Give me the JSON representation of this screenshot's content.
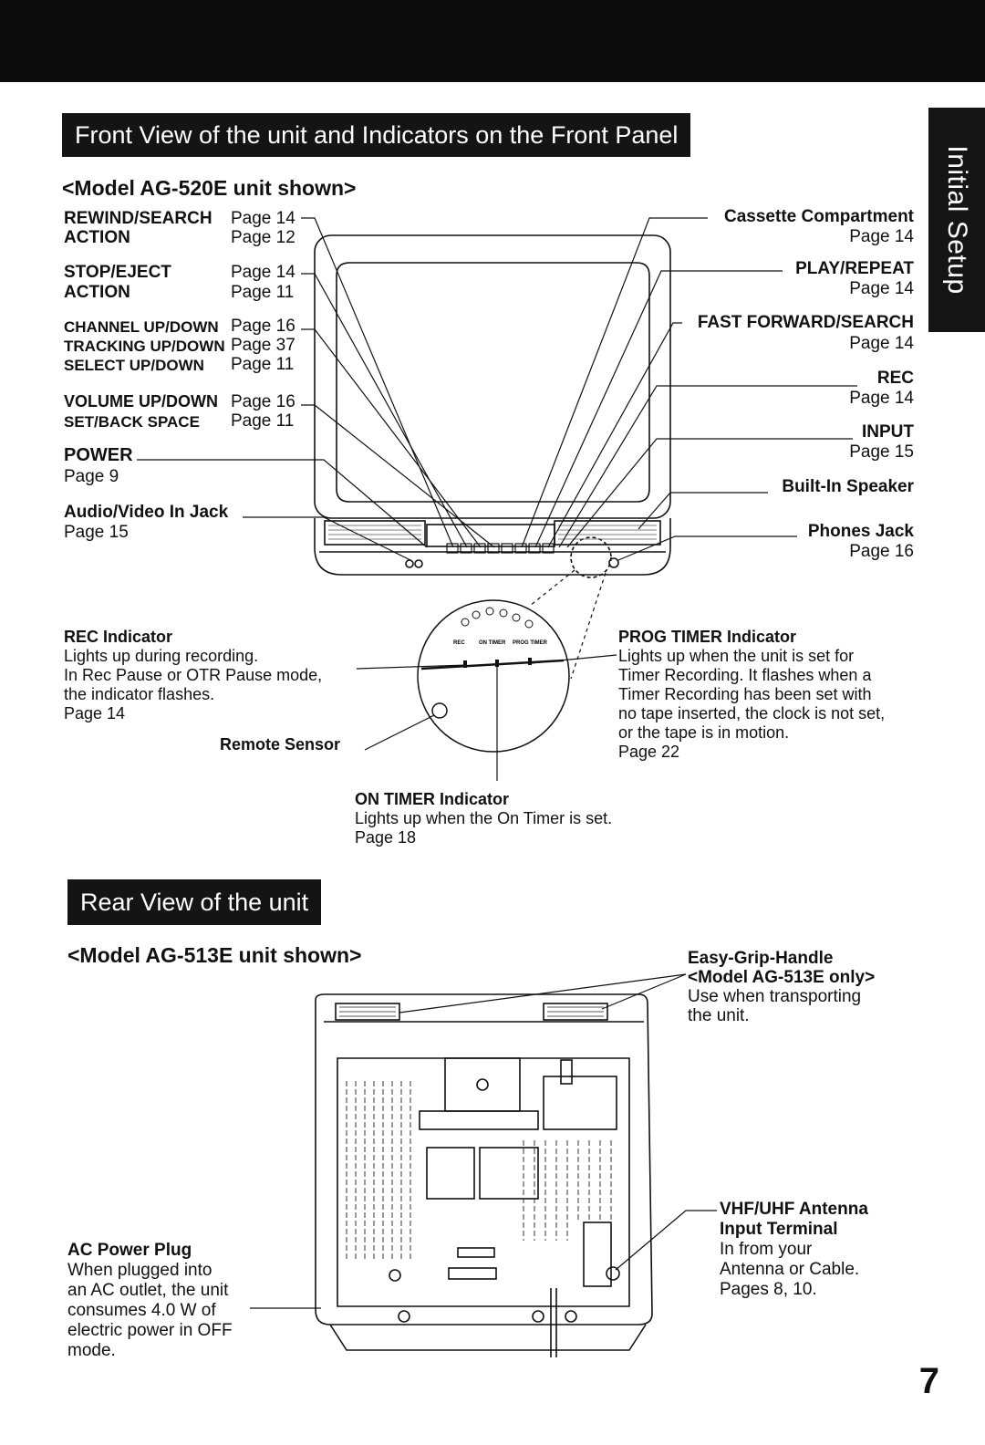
{
  "front_section": {
    "title": "Front View of the unit and Indicators on the Front Panel",
    "model": "<Model AG-520E unit shown>",
    "left_labels": [
      {
        "name": "REWIND/SEARCH",
        "page": "Page 14"
      },
      {
        "name": "ACTION",
        "page": "Page 12"
      },
      {
        "name": "STOP/EJECT",
        "page": "Page 14"
      },
      {
        "name": "ACTION",
        "page": "Page 11"
      },
      {
        "name": "CHANNEL UP/DOWN",
        "page": "Page 16"
      },
      {
        "name": "TRACKING UP/DOWN",
        "page": "Page 37"
      },
      {
        "name": "SELECT UP/DOWN",
        "page": "Page 11"
      },
      {
        "name": "VOLUME UP/DOWN",
        "page": "Page 16"
      },
      {
        "name": "SET/BACK SPACE",
        "page": "Page 11"
      }
    ],
    "power": {
      "name": "POWER",
      "page": "Page 9"
    },
    "av_jack": {
      "name": "Audio/Video In Jack",
      "page": "Page 15"
    },
    "right_labels": [
      {
        "name": "Cassette Compartment",
        "page": "Page 14"
      },
      {
        "name": "PLAY/REPEAT",
        "page": "Page 14"
      },
      {
        "name": "FAST FORWARD/SEARCH",
        "page": "Page 14"
      },
      {
        "name": "REC",
        "page": "Page 14"
      },
      {
        "name": "INPUT",
        "page": "Page 15"
      },
      {
        "name": "Built-In Speaker",
        "page": ""
      },
      {
        "name": "Phones Jack",
        "page": "Page 16"
      }
    ],
    "rec_indicator": {
      "title": "REC Indicator",
      "lines": [
        "Lights up during recording.",
        "In Rec Pause or OTR Pause mode,",
        "the indicator flashes.",
        "Page 14"
      ]
    },
    "remote_sensor": "Remote Sensor",
    "prog_timer": {
      "title": "PROG TIMER Indicator",
      "lines": [
        "Lights up when the unit is set for",
        "Timer Recording. It flashes when a",
        "Timer Recording has been set with",
        "no tape inserted, the clock is not set,",
        "or the tape is in motion.",
        "Page 22"
      ]
    },
    "on_timer": {
      "title": "ON TIMER Indicator",
      "lines": [
        "Lights up when the On Timer is set.",
        "Page 18"
      ]
    },
    "panel_marks": [
      "REC",
      "ON TIMER",
      "PROG TIMER"
    ]
  },
  "rear_section": {
    "title": "Rear View of the unit",
    "model": "<Model AG-513E unit shown>",
    "handle": {
      "title": "Easy-Grip-Handle",
      "subtitle": "<Model AG-513E only>",
      "lines": [
        "Use when transporting",
        "the unit."
      ]
    },
    "antenna": {
      "title_lines": [
        "VHF/UHF Antenna",
        "Input Terminal"
      ],
      "lines": [
        "In from your",
        "Antenna or Cable.",
        "Pages 8, 10."
      ]
    },
    "ac_plug": {
      "title": "AC Power Plug",
      "lines": [
        "When plugged into",
        "an AC outlet, the unit",
        "consumes 4.0 W of",
        "electric power in OFF",
        "mode."
      ]
    }
  },
  "side_tab": "Initial Setup",
  "page_number": "7"
}
